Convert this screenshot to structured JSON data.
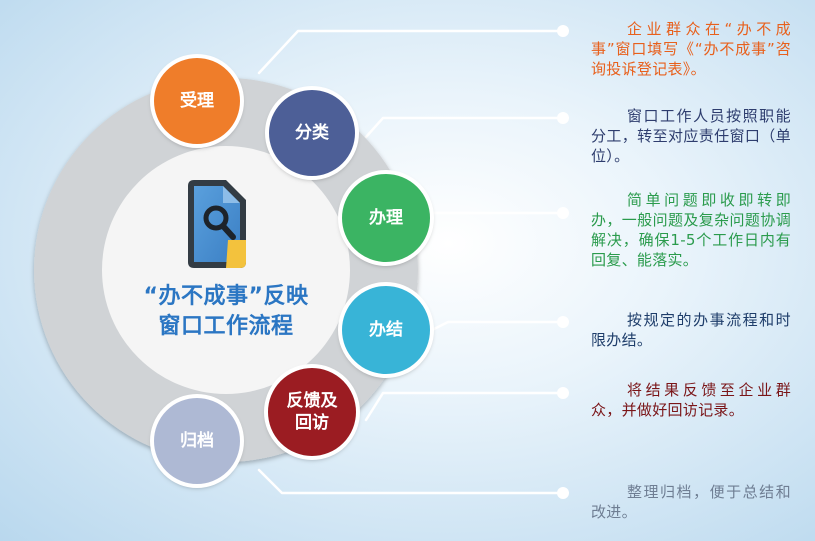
{
  "colors": {
    "ring": "#d0d3d6",
    "inner_circle": "#f5f5f5",
    "title": "#2b76c3",
    "connector": "#ffffff"
  },
  "center": {
    "icon": "document-search-icon",
    "title_line1": "“办不成事”反映",
    "title_line2": "窗口工作流程"
  },
  "steps": [
    {
      "key": "accept",
      "label": "受理",
      "color": "#ef7d2a",
      "text_color": "#e8601c",
      "description": "企业群众在“办不成事”窗口填写《“办不成事”咨询投诉登记表》。"
    },
    {
      "key": "classify",
      "label": "分类",
      "color": "#4e5f97",
      "text_color": "#2e3d6e",
      "description": "窗口工作人员按照职能分工，转至对应责任窗口（单位）。"
    },
    {
      "key": "handle",
      "label": "办理",
      "color": "#3ab464",
      "text_color": "#2a9b4c",
      "description": "简单问题即收即转即办，一般问题及复杂问题协调解决，确保1-5个工作日内有回复、能落实。"
    },
    {
      "key": "conclude",
      "label": "办结",
      "color": "#38b4d7",
      "text_color": "#1e3d6a",
      "description": "按规定的办事流程和时限办结。"
    },
    {
      "key": "feedback",
      "label_line1": "反馈及",
      "label_line2": "回访",
      "color": "#9b1e23",
      "text_color": "#7a1518",
      "description": "将结果反馈至企业群众，并做好回访记录。"
    },
    {
      "key": "archive",
      "label": "归档",
      "color": "#aeb9d4",
      "text_color": "#6f7e93",
      "description": "整理归档，便于总结和改进。"
    }
  ]
}
